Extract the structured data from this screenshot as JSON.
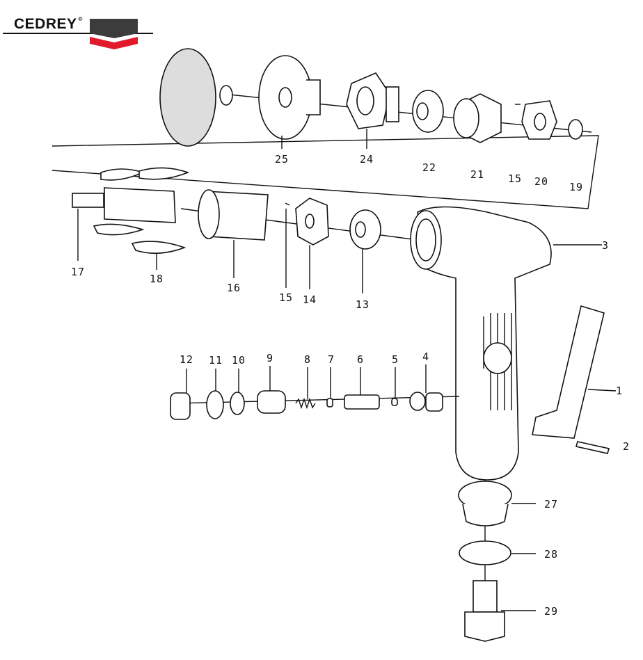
{
  "brand": {
    "name": "CEDREY",
    "registered": "®",
    "colors": {
      "dark": "#3c3c3c",
      "red": "#e0192b",
      "text": "#111111"
    }
  },
  "labels": {
    "p25": "25",
    "p24": "24",
    "p22": "22",
    "p21": "21",
    "p15a": "15",
    "p20": "20",
    "p19": "19",
    "p3": "3",
    "p17": "17",
    "p18": "18",
    "p16": "16",
    "p15b": "15",
    "p14": "14",
    "p13": "13",
    "p12": "12",
    "p11": "11",
    "p10": "10",
    "p9": "9",
    "p8": "8",
    "p7": "7",
    "p6": "6",
    "p5": "5",
    "p4": "4",
    "p1": "1",
    "p2": "2",
    "p27": "27",
    "p28": "28",
    "p29": "29"
  }
}
